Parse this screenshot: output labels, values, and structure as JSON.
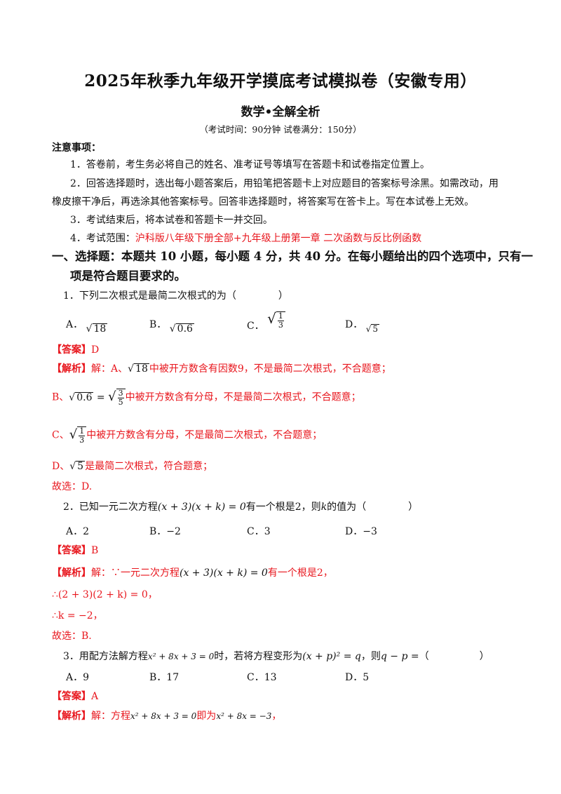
{
  "title": "2025年秋季九年级开学摸底考试模拟卷（安徽专用）",
  "subtitle": "数学•全解全析",
  "exam_meta": "（考试时间：90分钟   试卷满分：150分）",
  "notice": {
    "heading": "注意事项：",
    "items": [
      "1．答卷前，考生务必将自己的姓名、准考证号等填写在答题卡和试卷指定位置上。",
      "2．回答选择题时，选出每小题答案后，用铅笔把答题卡上对应题目的答案标号涂黑。如需改动，用",
      "橡皮擦干净后，再选涂其他答案标号。回答非选择题时，将答案写在答卡上。写在本试卷上无效。",
      "3．考试结束后，将本试卷和答题卡一并交回。",
      "4．考试范围："
    ],
    "scope": "沪科版八年级下册全部+九年级上册第一章  二次函数与反比例函数"
  },
  "section": {
    "line1": "一、选择题：本题共 10 小题，每小题 4 分，共 40 分。在每小题给出的四个选项中，只有一",
    "line2": "项是符合题目要求的。"
  },
  "q1": {
    "stem": "1．下列二次根式是最简二次根式的为（",
    "close": "）",
    "opts": [
      "A．",
      "B．",
      "C．",
      "D．"
    ],
    "answer_label": "【答案】",
    "answer": "D",
    "analysis_label": "【解析】",
    "a_intro": "解：A、",
    "a_rest": "中被开方数含有因数9，不是最简二次根式，不合题意；",
    "b_intro": "B、",
    "b_rest": "中被开方数含有分母，不是最简二次根式，不合题意；",
    "c_intro": "C、",
    "c_rest": "中被开方数含有分母，不是最简二次根式，不合题意；",
    "d_intro": "D、",
    "d_rest": "是最简二次根式，符合题意；",
    "conclusion": "故选：D."
  },
  "q2": {
    "stem_a": "2．已知一元二次方程",
    "stem_b": "有一个根是2，则",
    "stem_c": "的值为（",
    "close": "）",
    "opts": [
      [
        "A．",
        "2"
      ],
      [
        "B．",
        "−2"
      ],
      [
        "C．",
        "3"
      ],
      [
        "D．",
        "−3"
      ]
    ],
    "answer_label": "【答案】",
    "answer": "B",
    "analysis_label": "【解析】",
    "a_intro": "解：∵一元二次方程",
    "a_rest": "有一个根是2，",
    "step1": "∴(2 + 3)(2 + k) = 0，",
    "step2": "∴k = −2，",
    "conclusion": "故选：B."
  },
  "q3": {
    "stem_a": "3．用配方法解方程",
    "stem_b": "时，若将方程变形为",
    "stem_c": "，则",
    "stem_d": "（",
    "close": "）",
    "opts": [
      [
        "A．",
        "9"
      ],
      [
        "B．",
        "17"
      ],
      [
        "C．",
        "13"
      ],
      [
        "D．",
        "5"
      ]
    ],
    "answer_label": "【答案】",
    "answer": "A",
    "analysis_label": "【解析】",
    "a_intro": "解：方程",
    "a_mid": "即为",
    "a_end": "，"
  }
}
